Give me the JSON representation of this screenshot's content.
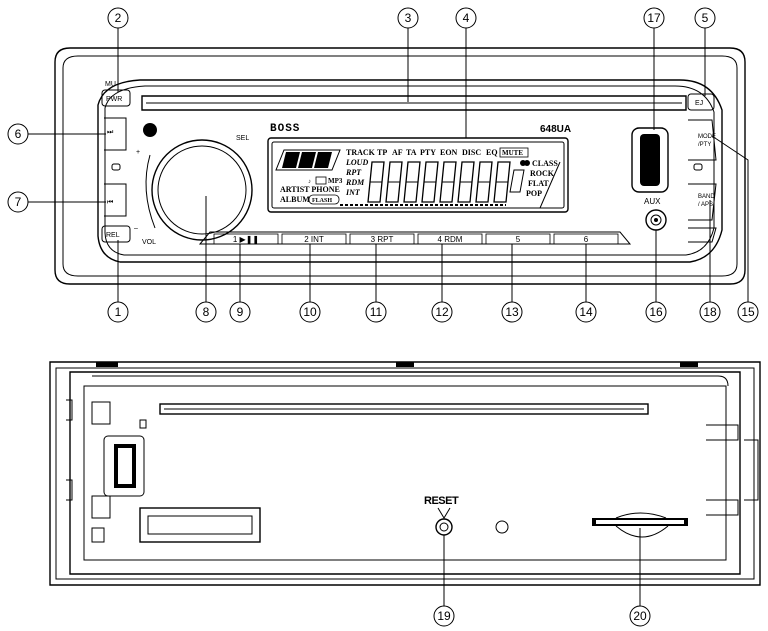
{
  "brand": "BOSS",
  "model": "648UA",
  "knob_labels": {
    "sel": "SEL",
    "vol": "VOL",
    "plus": "+",
    "minus": "–"
  },
  "left_buttons": {
    "mu": "MU",
    "pwr": "PWR",
    "rel": "REL"
  },
  "right_buttons": {
    "ej": "EJ",
    "mode": "MODE",
    "pty": "/PTY",
    "band": "BAND",
    "aps": "/ APS"
  },
  "aux_label": "AUX",
  "lcd": {
    "top_row": [
      "TRACK",
      "TP",
      "AF",
      "TA",
      "PTY",
      "EON",
      "DISC",
      "EQ"
    ],
    "mute": "MUTE",
    "left_indicators": [
      "LOUD",
      "RPT",
      "RDM",
      "INT"
    ],
    "artist_phone": "ARTIST PHONE",
    "album": "ALBUM",
    "flash": "FLASH",
    "mp3": "MP3",
    "eq_modes": [
      "CLASS",
      "ROCK",
      "FLAT",
      "POP"
    ]
  },
  "preset_buttons": [
    "1 ▶❚❚",
    "2 INT",
    "3 RPT",
    "4 RDM",
    "5",
    "6"
  ],
  "reset_label": "RESET",
  "callouts": {
    "c1": "1",
    "c2": "2",
    "c3": "3",
    "c4": "4",
    "c5": "5",
    "c6": "6",
    "c7": "7",
    "c8": "8",
    "c9": "9",
    "c10": "10",
    "c11": "11",
    "c12": "12",
    "c13": "13",
    "c14": "14",
    "c15": "15",
    "c16": "16",
    "c17": "17",
    "c18": "18",
    "c19": "19",
    "c20": "20"
  }
}
